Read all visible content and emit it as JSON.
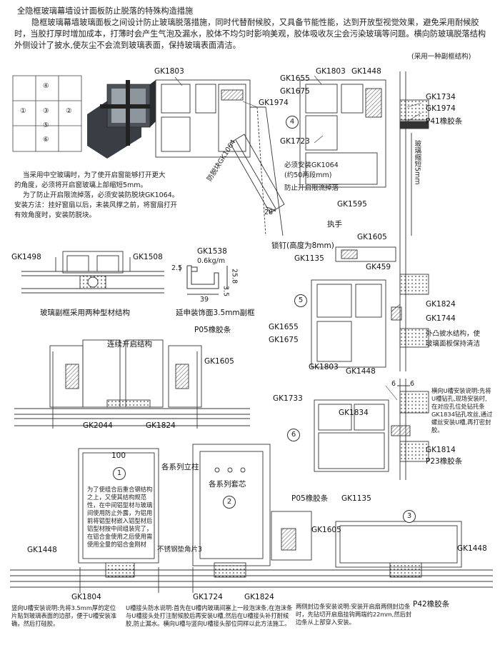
{
  "intro": {
    "title": "全隐框玻璃幕墙设计面板防止脱落的特殊构造措施",
    "paragraph": "隐框玻璃幕墙玻璃面板之间设计防止玻璃脱落措施，同时代替耐候胶，又具备节能性能，达到开放型视觉效果，避免采用耐候胶时，当胶打厚时增加成本，打薄时会产生气泡及漏水，胶体不均匀时影响美观，胶体吸收灰尘会污染玻璃等问题。横向防玻璃脱落结构外侧设计了披水,使灰尘不会流到玻璃表面，保持玻璃表面清洁。",
    "note": "(采用一种副框结构)"
  },
  "grid_numbers": [
    "①",
    "②",
    "③",
    "④",
    "⑤",
    "⑥"
  ],
  "left_notes": [
    "当采用中空玻璃时，为了使开启窗能够打开更大",
    "的角度，必须将开启窗玻璃上部缩短5mm。",
    "为了防止开启限流掉落，必须安装防脱块GK1064。",
    "安装方法：挂好窗扇以后，未装风撑之前，将窗扇打开",
    "有效角度时，安装防脱块。"
  ],
  "det4": {
    "circle": "4",
    "labels": [
      "GK1803",
      "GK1974",
      "GK1655",
      "GK1803",
      "GK1448",
      "GK1675",
      "GK1734",
      "GK1974",
      "P41橡胶条",
      "GK1723",
      "GK1595"
    ],
    "note1": "必须安装GK1064",
    "note2": "(约50两段mm)",
    "note3": "防止开启限流掉落",
    "block": "防脱块GK1064",
    "angle": "28°",
    "vert_text": "玻璃缩短5mm"
  },
  "det_subframe": {
    "labels": [
      "GK1498",
      "GK1508"
    ],
    "caption": "玻璃副框采用两种型材结构"
  },
  "gk1538": {
    "name": "GK1538",
    "weight": "0.6kg/m",
    "dims": [
      "2.5",
      "39",
      "3.5",
      "25.8"
    ],
    "caption": "延申装饰面3.5mm副框"
  },
  "det5": {
    "circle": "5",
    "labels": [
      "执手",
      "GK1605",
      "锁钉(高度为8mm)",
      "GK1135",
      "GK459",
      "GK1824",
      "GK1744",
      "GK1655",
      "GK1675",
      "GK1803",
      "GK1448"
    ],
    "side_note1": "外凸披水结构，使",
    "side_note2": "玻璃面板保持清洁"
  },
  "det_cont": {
    "labels": [
      "P05橡胶条",
      "连续开启结构",
      "GK1605",
      "GK2044",
      "GK1824"
    ]
  },
  "det6": {
    "circle": "6",
    "labels": [
      "GK1733",
      "GK1834",
      "GK1814",
      "P23橡胶条"
    ],
    "dims": [
      "6",
      "6"
    ],
    "note": "横向U槽安装说明:先将U槽钻孔,现场安装时,在对应孔位处钻托条GK1834钻孔攻丝,通过螺丝安装U槽,再打密封胶。"
  },
  "det1": {
    "circle": "1",
    "dim": "100",
    "series": "各系列立柱",
    "note": "为了使组合后重合钢结构之上，又使其结构规范性，在中间铝型材与玻璃间使用防止外露，为铝用前将铝型材嵌入铝型材后铝型材按中间组装完了，在铝合金使用之后使用需使用全量的铝合金刚材",
    "strip": "不锈钢垫角片3",
    "labels": [
      "GK1448",
      "GK1804"
    ],
    "bottom_note": "竖向U槽安装说明:先将3.5mm厚的定位片贴到玻璃表面的边部，便于U槽安装准确，然后打硅胶。"
  },
  "det2": {
    "circle": "2",
    "series": "各系列套芯",
    "labels": [
      "GK1724",
      "GK1824"
    ],
    "bottom_note": "U槽接头防水说明:首先在U槽内玻璃间塞上一段泡沫条,在泡沫条与U槽接头处打注耐候胶后再安装U槽,然后在U槽接头补打耐候胶,防止漏水。横向U槽与竖向U槽接头部位同样以此方法施工。"
  },
  "det3": {
    "circle": "3",
    "labels": [
      "P05橡胶条",
      "GK1135",
      "GK1605",
      "GK1448",
      "P42橡胶条"
    ],
    "bottom_note": "两侧封边条安装说明:安装开启扇两侧封边条时，先钻切开启扇挂钩两端约22mm,然后封边条从上部穿入安装。"
  }
}
